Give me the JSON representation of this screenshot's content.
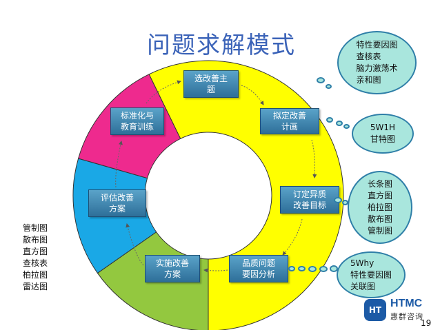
{
  "title": "问题求解模式",
  "steps": [
    "选改善主题",
    "拟定改善计画",
    "订定异质改善目标",
    "品质问题要因分析",
    "实施改善方案",
    "评估改善方案",
    "标准化与教育训练"
  ],
  "steps_display": [
    [
      "选改善主",
      "题"
    ],
    [
      "拟定改善",
      "计画"
    ],
    [
      "订定异质",
      "改善目标"
    ],
    [
      "品质问题",
      "要因分析"
    ],
    [
      "实施改善",
      "方案"
    ],
    [
      "评估改善",
      "方案"
    ],
    [
      "标准化与",
      "教育训练"
    ]
  ],
  "tools": {
    "cloud1": [
      "特性要因图",
      "查核表",
      "脑力激荡术",
      "亲和图"
    ],
    "cloud2": [
      "5W1H",
      "甘特图"
    ],
    "cloud3": [
      "长条图",
      "直方图",
      "柏拉图",
      "散布图",
      "管制图"
    ],
    "cloud4": [
      "5Why",
      "特性要因图",
      "关联图"
    ],
    "left": [
      "管制图",
      "散布图",
      "直方图",
      "查核表",
      "柏拉图",
      "雷达图"
    ]
  },
  "logo": {
    "mark": "HT",
    "name": "HTMC",
    "subtitle": "惠群咨询"
  },
  "page_number": "19",
  "colors": {
    "yellow": "#ffff00",
    "pink": "#ee2a8e",
    "blue": "#1aa8e6",
    "green": "#93c83f",
    "cloud_fill": "#a9e6dd",
    "box": "#3b86b5"
  }
}
